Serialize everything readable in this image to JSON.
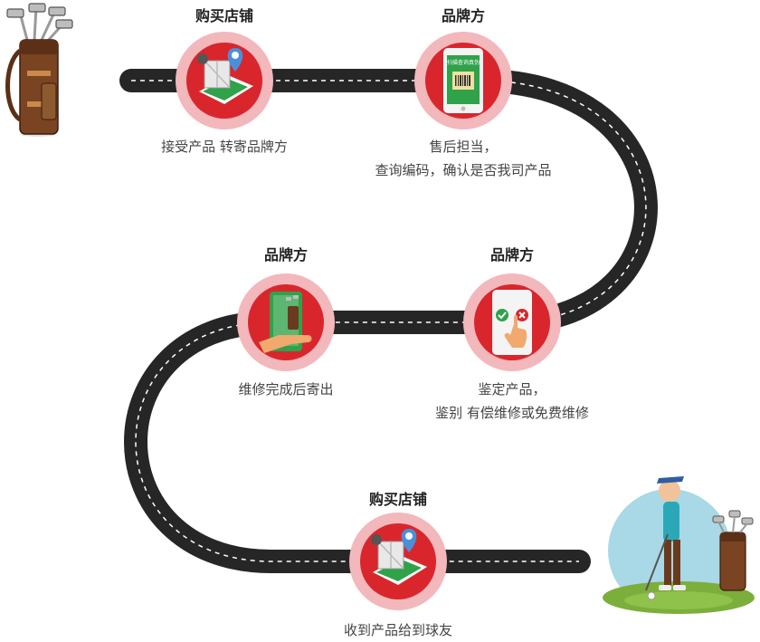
{
  "steps": [
    {
      "title": "购买店铺",
      "desc": [
        "接受产品 转寄品牌方"
      ],
      "icon": "map-pin-icon"
    },
    {
      "title": "品牌方",
      "desc": [
        "售后担当，",
        "查询编码，确认是否我司产品"
      ],
      "icon": "phone-barcode-icon",
      "phone_text": "扫描查询真伪"
    },
    {
      "title": "品牌方",
      "desc": [
        "鉴定产品，",
        "鉴别 有偿维修或免费维修"
      ],
      "icon": "phone-check-cross-icon"
    },
    {
      "title": "品牌方",
      "desc": [
        "维修完成后寄出"
      ],
      "icon": "phone-hand-golfbag-icon"
    },
    {
      "title": "购买店铺",
      "desc": [
        "收到产品给到球友"
      ],
      "icon": "map-pin-icon"
    }
  ],
  "colors": {
    "road": "#262626",
    "road_dash": "#ffffff",
    "halo": "#f2b8bc",
    "disc": "#d9262c",
    "screen_green": "#2fa24a",
    "bag": "#7a4322"
  },
  "decor": [
    "golf-bag-icon",
    "golfer-icon"
  ]
}
